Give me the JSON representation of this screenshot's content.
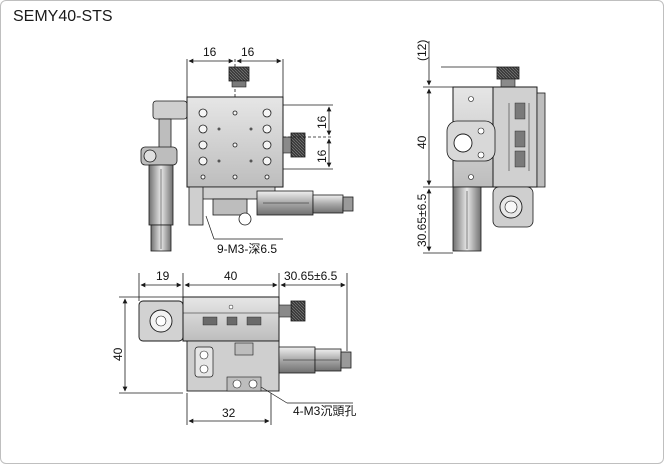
{
  "title": "SEMY40-STS",
  "top_view": {
    "dim_left": "16",
    "dim_right": "16",
    "dim_side_upper": "16",
    "dim_side_lower": "16",
    "callout": "9-M3-深6.5"
  },
  "side_view": {
    "dim_top": "(12)",
    "dim_mid": "40",
    "dim_bottom": "30.65±6.5"
  },
  "front_view": {
    "dim_a": "19",
    "dim_b": "40",
    "dim_c": "30.65±6.5",
    "dim_height": "40",
    "dim_base": "32",
    "callout": "4-M3沉頭孔"
  },
  "colors": {
    "metal_light": "#d9d9d9",
    "metal_mid": "#a6a6a6",
    "metal_dark": "#4d4d4d",
    "line": "#1a1a1a"
  }
}
